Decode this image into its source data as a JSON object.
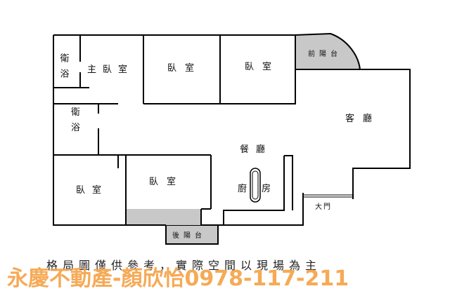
{
  "rooms": {
    "bath1": "衛浴",
    "master_bedroom": "主臥室",
    "bedroom_top_middle": "臥室",
    "bedroom_top_right": "臥室",
    "front_balcony": "前陽台",
    "bath2": "衛浴",
    "living_room": "客廳",
    "dining_room": "餐廳",
    "kitchen": "廚房",
    "bedroom_bottom_left": "臥室",
    "bedroom_bottom_middle": "臥室",
    "back_balcony": "後陽台",
    "main_door": "大門"
  },
  "note": "格局圖僅供參考，實際空間以現場為主",
  "watermark": "永慶不動產-顏欣怡0978-117-211",
  "colors": {
    "wall": "#000000",
    "balcony_fill": "#c8c8c8",
    "watermark": "#f5a348"
  }
}
